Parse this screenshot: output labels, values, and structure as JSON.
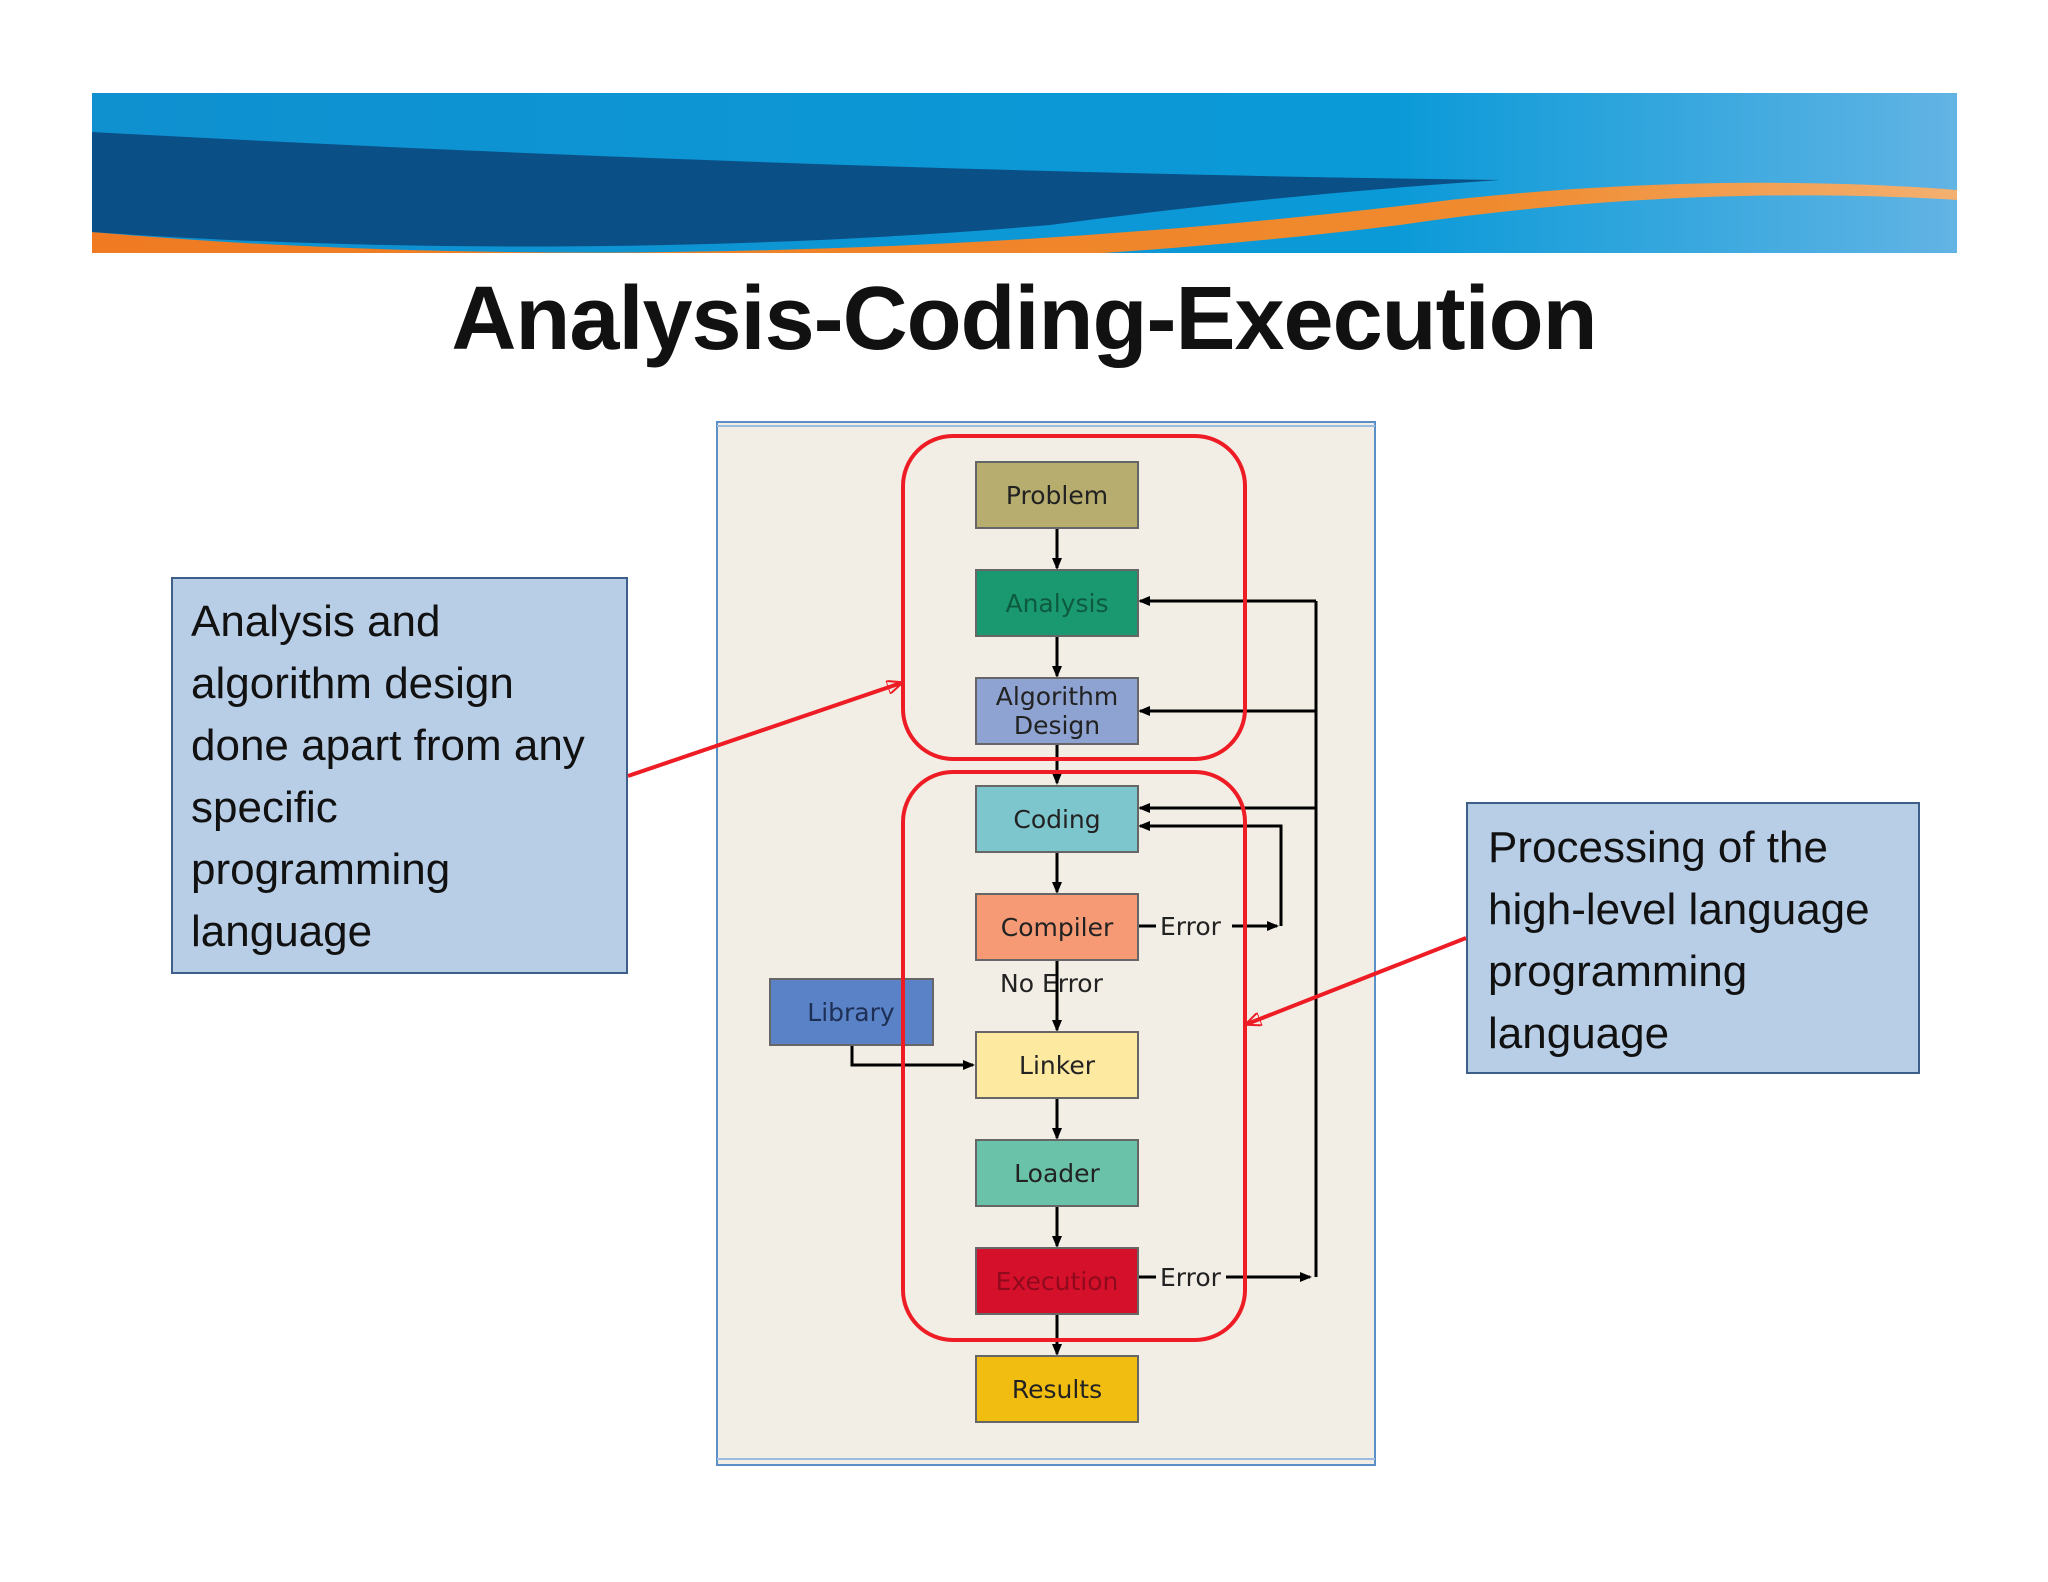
{
  "title": "Analysis-Coding-Execution",
  "callouts": {
    "left": "Analysis and algorithm design done apart from any specific programming language",
    "right": "Processing of the high-level language programming language"
  },
  "nodes": {
    "problem": "Problem",
    "analysis": "Analysis",
    "algorithm_line1": "Algorithm",
    "algorithm_line2": "Design",
    "coding": "Coding",
    "compiler": "Compiler",
    "library": "Library",
    "linker": "Linker",
    "loader": "Loader",
    "execution": "Execution",
    "results": "Results"
  },
  "edge_labels": {
    "compiler_error": "Error",
    "no_error": "No Error",
    "execution_error": "Error"
  },
  "colors": {
    "banner_dark_blue": "#0a4f86",
    "banner_light_blue": "#0f95d6",
    "banner_orange": "#ef7a21",
    "panel_bg": "#f2eee5",
    "panel_border": "#5b8fc7",
    "highlight_red": "#ee1c25",
    "callout_bg": "#b8cde6",
    "problem": "#b6ad6e",
    "analysis": "#1a9970",
    "algorithm": "#8ea3d1",
    "coding": "#7ec6cd",
    "compiler": "#f69a75",
    "library": "#5a82c7",
    "linker": "#fde9a0",
    "loader": "#6ac2a8",
    "execution": "#d5102b",
    "results": "#f2bd11"
  }
}
